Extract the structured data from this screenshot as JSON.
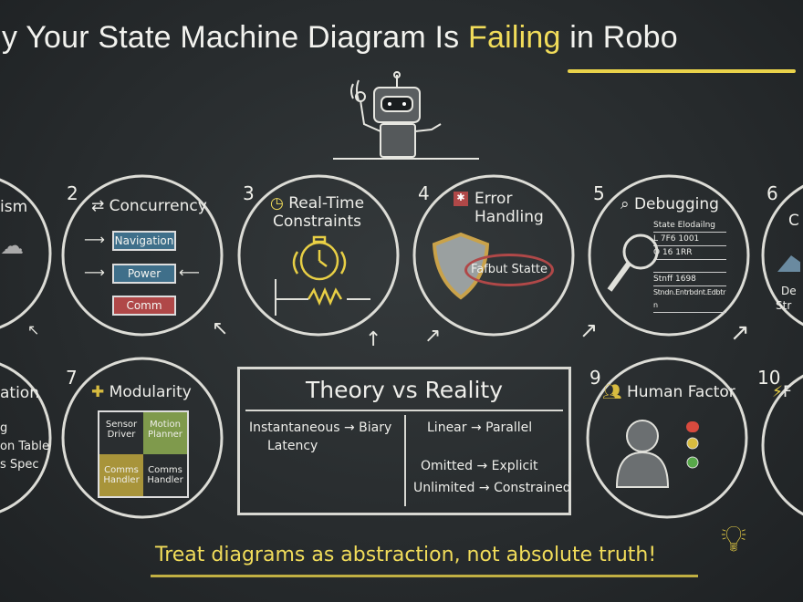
{
  "title": {
    "prefix": "y Your State Machine Diagram Is ",
    "highlight": "Failing",
    "suffix": " in Robo"
  },
  "items": [
    {
      "num": "",
      "title": "ism",
      "icon": "cloud-icon"
    },
    {
      "num": "2",
      "title": "Concurrency",
      "icon": "sync-arrows-icon",
      "boxes": [
        "Navigation",
        "Power",
        "Comm"
      ]
    },
    {
      "num": "3",
      "title": "Real-Time\nConstraints",
      "icon": "clock-icon"
    },
    {
      "num": "4",
      "title": "Error\nHandling",
      "icon": "error-icon",
      "label": "Fafbut Statte"
    },
    {
      "num": "5",
      "title": "Debugging",
      "icon": "magnifier-icon",
      "lines": [
        "State Elodailng",
        "L 7F6 1001",
        "O 16 1RR",
        "Stnff 1698",
        "Stndn.Entrbdnt.Edbtrn"
      ]
    },
    {
      "num": "6",
      "title": "C",
      "icon": "chart-icon",
      "lines": [
        "De",
        "Str"
      ]
    },
    {
      "num": "",
      "title": "ation",
      "icon": "",
      "lines": [
        "g",
        "on Table",
        "s Spec"
      ]
    },
    {
      "num": "7",
      "title": "Modularity",
      "icon": "puzzle-icon",
      "pieces": [
        "Sensor Driver",
        "Motion Planner",
        "Comms Handler",
        "Comms Handler"
      ]
    },
    {
      "num": "9",
      "title": "Human Factor",
      "icon": "people-icon"
    },
    {
      "num": "10",
      "title": "F",
      "icon": "lightning-icon"
    }
  ],
  "theory": {
    "title": "Theory vs Reality",
    "left": [
      {
        "from": "Instantaneous",
        "to": "Biary",
        "sub": "Latency"
      }
    ],
    "right": [
      {
        "from": "Linear",
        "to": "Parallel"
      },
      {
        "from": "Omitted",
        "to": "Explicit"
      },
      {
        "from": "Unlimited",
        "to": "Constrained"
      }
    ],
    "arrow": "→"
  },
  "footer": "Treat diagrams as abstraction, not absolute truth!",
  "colors": {
    "board": "#262a2c",
    "chalk": "#eeeeea",
    "accent": "#f1dc5a",
    "navigation": "#3f6f8a",
    "power": "#3f6f8a",
    "comm": "#b04848",
    "green": "#7f9a4c"
  }
}
